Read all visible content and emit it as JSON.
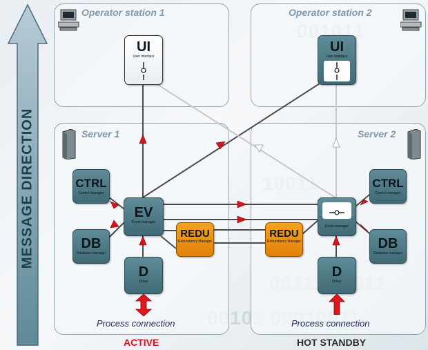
{
  "axis_label": "MESSAGE DIRECTION",
  "panels": {
    "op1": "Operator station 1",
    "op2": "Operator station 2",
    "srv1": "Server 1",
    "srv2": "Server 2"
  },
  "nodes": {
    "ui1": {
      "big": "UI",
      "small": "User interface"
    },
    "ui2": {
      "big": "UI",
      "small": "User interface"
    },
    "ctrl1": {
      "big": "CTRL",
      "small": "Control manager"
    },
    "ctrl2": {
      "big": "CTRL",
      "small": "Control manager"
    },
    "ev1": {
      "big": "EV",
      "small": "Event manager"
    },
    "ev2_small": "Event manager",
    "db1": {
      "big": "DB",
      "small": "Database manager"
    },
    "db2": {
      "big": "DB",
      "small": "Database manager"
    },
    "redu1": {
      "big": "REDU",
      "small": "Redundancy Manager"
    },
    "redu2": {
      "big": "REDU",
      "small": "Redundancy Manager"
    },
    "d1": {
      "big": "D",
      "small": "Driver"
    },
    "d2": {
      "big": "D",
      "small": "Driver"
    }
  },
  "process": {
    "left": "Process connection",
    "right": "Process connection"
  },
  "status": {
    "active": "ACTIVE",
    "standby": "HOT STANDBY"
  },
  "colors": {
    "active": "#e0101a",
    "standby": "#2b2b2b",
    "arrow_red": "#d8141c"
  }
}
